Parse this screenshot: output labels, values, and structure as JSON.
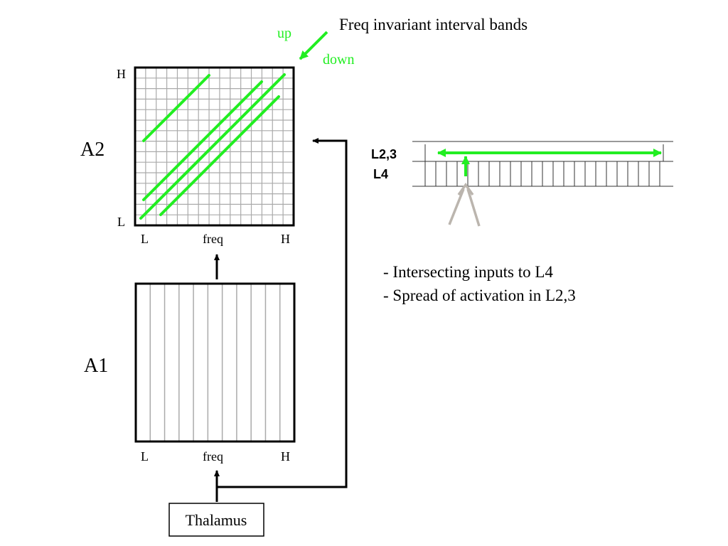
{
  "title": "Freq invariant interval bands",
  "direction": {
    "up": "up",
    "down": "down"
  },
  "a2": {
    "label": "A2",
    "y_high": "H",
    "y_low": "L",
    "x_low": "L",
    "x_mid": "freq",
    "x_high": "H"
  },
  "a1": {
    "label": "A1",
    "x_low": "L",
    "x_mid": "freq",
    "x_high": "H"
  },
  "thalamus": {
    "label": "Thalamus"
  },
  "layers": {
    "upper": "L2,3",
    "lower": "L4"
  },
  "notes": [
    "- Intersecting inputs to L4",
    "- Spread of activation in L2,3"
  ],
  "colors": {
    "band": "#22ee22",
    "grid": "#aaaaaa",
    "frame": "#000000",
    "input_arrows": "#bbb5ae"
  }
}
